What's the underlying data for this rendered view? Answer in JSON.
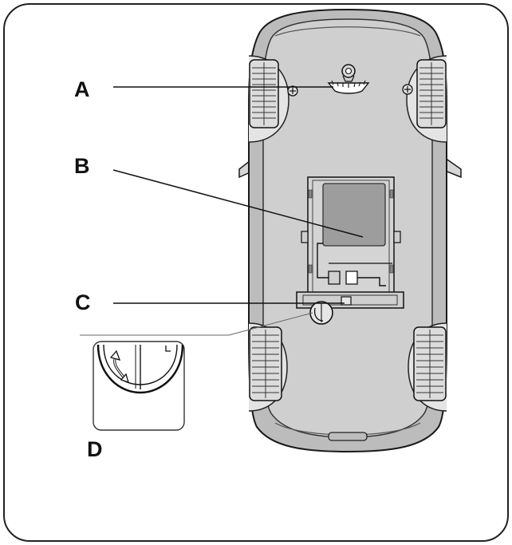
{
  "labels": {
    "a": "A",
    "b": "B",
    "c": "C",
    "d": "D"
  },
  "colors": {
    "body": "#cfcfcf",
    "body_shade": "#b9b9b9",
    "outline": "#1a1a1a",
    "tire": "#dcdcdc",
    "battery": "#9d9d9d",
    "frame": "#222222"
  },
  "icons": {
    "tow_hook_cover": "tow-hook-cover-icon",
    "rotate_arrow": "rotate-arrow-icon"
  }
}
